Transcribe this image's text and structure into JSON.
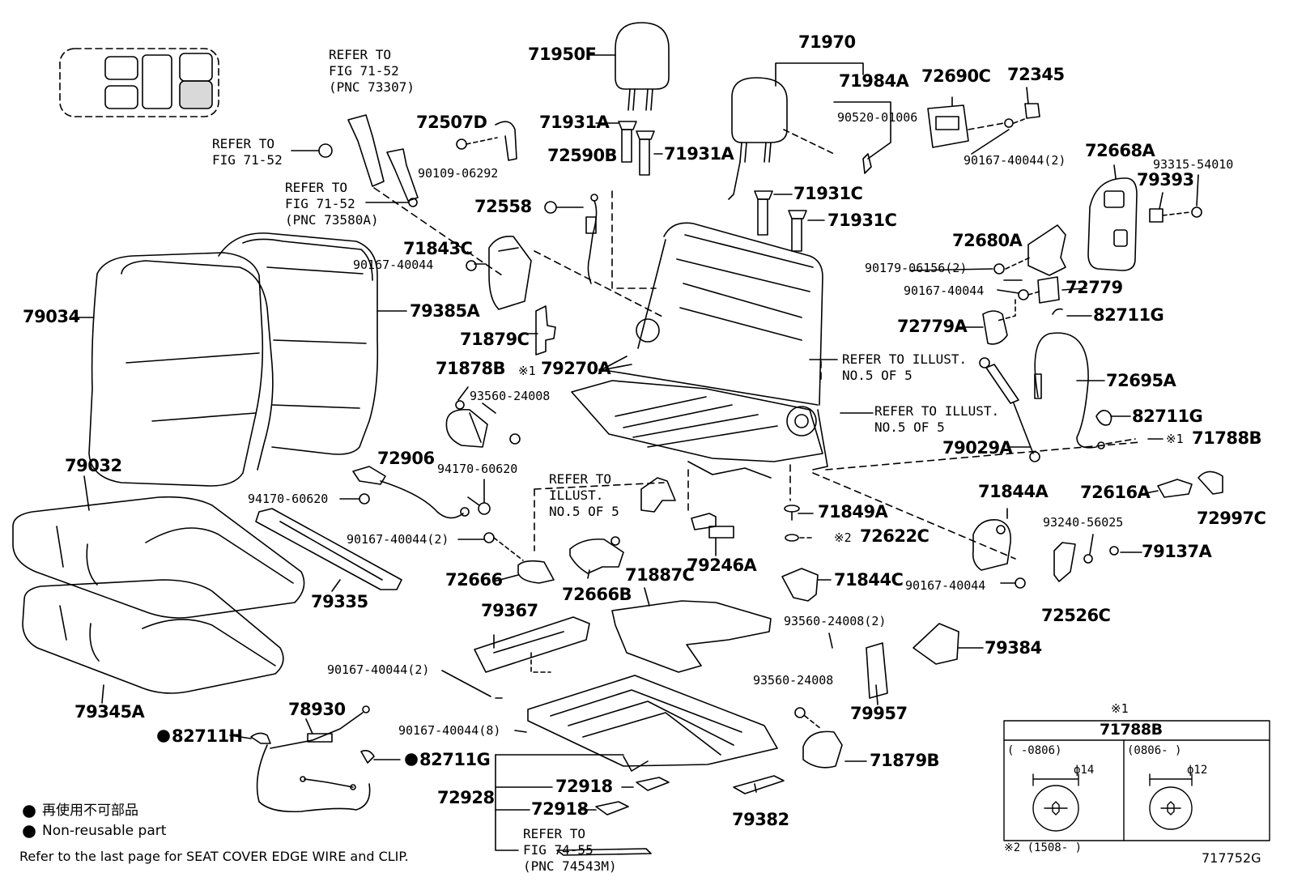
{
  "diagram_id": "717752G",
  "footer_note": "Refer to the last page for SEAT COVER EDGE WIRE and CLIP.",
  "legend": {
    "jp": "再使用不可部品",
    "en": "Non-reusable part"
  },
  "inset": {
    "marker": "※1",
    "part": "71788B",
    "col1_range": "(      -0806)",
    "col1_dia": "ϕ14",
    "col2_range": "(0806-      )",
    "col2_dia": "ϕ12",
    "note2": "※2 (1508-        )"
  },
  "refs": {
    "r1": "REFER TO\nFIG 71-52\n(PNC 73307)",
    "r2": "REFER TO\nFIG 71-52",
    "r3": "REFER TO\nFIG 71-52\n(PNC 73580A)",
    "r4": "REFER TO ILLUST.\nNO.5 OF 5",
    "r5": "REFER TO ILLUST.\nNO.5 OF 5",
    "r6": "REFER TO\nILLUST.\nNO.5 OF 5",
    "r7": "REFER TO\nFIG 74-55\n(PNC 74543M)"
  },
  "parts": {
    "p71950F": "71950F",
    "p71970": "71970",
    "p71984A": "71984A",
    "p90520": "90520-01006",
    "p72690C": "72690C",
    "p72345": "72345",
    "p90167a": "90167-40044(2)",
    "p72668A": "72668A",
    "p93315": "93315-54010",
    "p79393": "79393",
    "p72507D": "72507D",
    "p90109": "90109-06292",
    "p71931A1": "71931A",
    "p71931A2": "71931A",
    "p72590B": "72590B",
    "p72558": "72558",
    "p71931C1": "71931C",
    "p71931C2": "71931C",
    "p72680A": "72680A",
    "p90179": "90179-06156(2)",
    "p71843C": "71843C",
    "p90167b": "90167-40044",
    "p79034": "79034",
    "p79385A": "79385A",
    "p90167c": "90167-40044",
    "p72779": "72779",
    "p72779A": "72779A",
    "p82711G1": "82711G",
    "p71879C": "71879C",
    "p79270A": "79270A",
    "p79270Amark": "※1",
    "p71878B": "71878B",
    "p93560a": "93560-24008",
    "p72695A": "72695A",
    "p82711G2": "82711G",
    "p79029A": "79029A",
    "p71788B": "71788B",
    "p71788Bmark": "※1",
    "p79032": "79032",
    "p72906": "72906",
    "p94170a": "94170-60620",
    "p94170b": "94170-60620",
    "p71844A": "71844A",
    "p72616A": "72616A",
    "p72997C": "72997C",
    "p71849A": "71849A",
    "p72622C": "72622C",
    "p72622Cmark": "※2",
    "p90167d": "90167-40044(2)",
    "p93240": "93240-56025",
    "p79137A": "79137A",
    "p79246A": "79246A",
    "p72666": "72666",
    "p72666B": "72666B",
    "p79335": "79335",
    "p71887C": "71887C",
    "p71844C": "71844C",
    "p90167e": "90167-40044",
    "p72526C": "72526C",
    "p79367": "79367",
    "p93560b": "93560-24008(2)",
    "p79384": "79384",
    "p90167f": "90167-40044(2)",
    "p79345A": "79345A",
    "p93560c": "93560-24008",
    "p79957": "79957",
    "p78930": "78930",
    "p90167g": "90167-40044(8)",
    "p82711H": "82711H",
    "p82711G3": "82711G",
    "p71879B": "71879B",
    "p72928": "72928",
    "p72918a": "72918",
    "p72918b": "72918",
    "p79382": "79382"
  }
}
